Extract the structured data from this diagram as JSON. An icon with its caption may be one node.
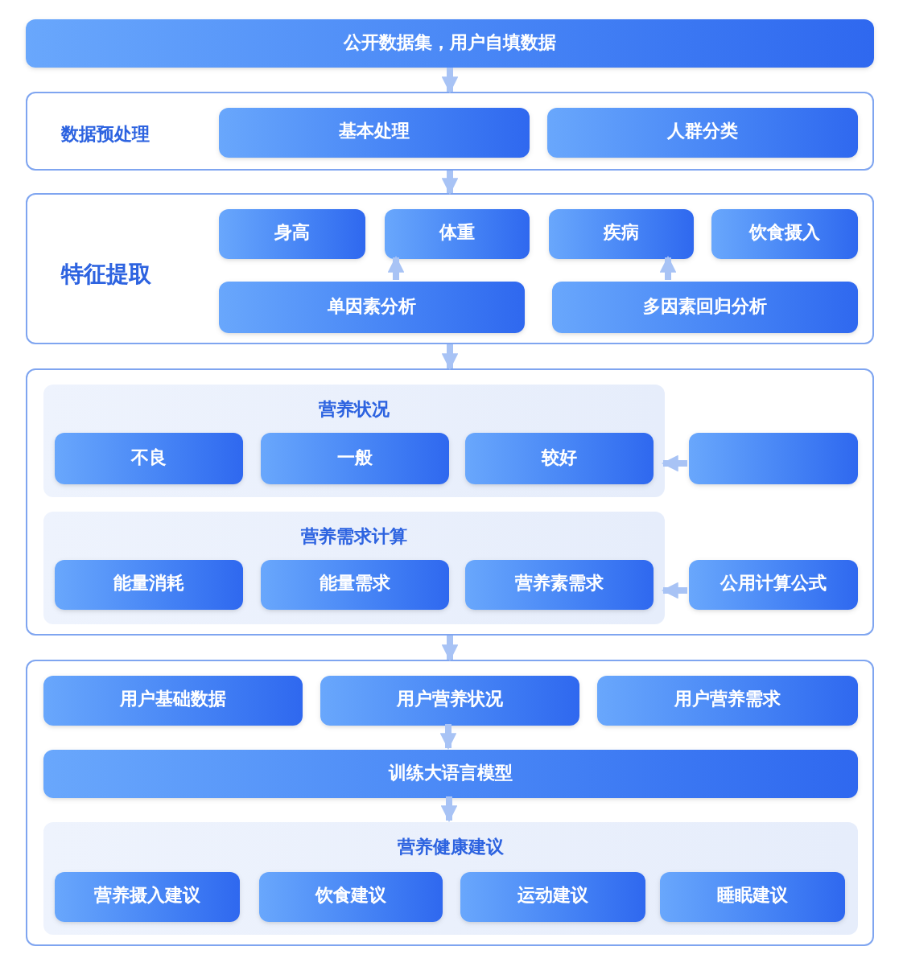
{
  "diagram": {
    "nodes": [
      {
        "text": [
          "公开数据集，用户自填数据"
        ]
      },
      {
        "text": [
          "数据预处理"
        ]
      },
      {
        "text": [
          "基本处理"
        ],
        "in": 1
      },
      {
        "text": [
          "人群分类"
        ],
        "in": 1
      },
      {
        "text": [
          "特征提取"
        ]
      },
      {
        "text": [
          "身高"
        ],
        "in": 4
      },
      {
        "text": [
          "体重"
        ],
        "in": 4
      },
      {
        "text": [
          "疾病"
        ],
        "in": 4
      },
      {
        "text": [
          "饮食摄入"
        ],
        "in": 4
      },
      {
        "text": [
          "单因素分析"
        ],
        "in": 4
      },
      {
        "text": [
          "多因素回归分析"
        ],
        "in": 4
      },
      {
        "text": [],
        "shape": "box"
      },
      {
        "text": [
          "营养状况"
        ],
        "in": 11
      },
      {
        "text": [
          "不良"
        ],
        "in": 12
      },
      {
        "text": [
          "一般"
        ],
        "in": 12
      },
      {
        "text": [
          "较好"
        ],
        "in": 12
      },
      {
        "text": [],
        "shape": "box",
        "in": 11
      },
      {
        "text": [
          "营养需求计算"
        ],
        "in": 11
      },
      {
        "text": [
          "能量消耗"
        ],
        "in": 17
      },
      {
        "text": [
          "能量需求"
        ],
        "in": 17
      },
      {
        "text": [
          "营养素需求"
        ],
        "in": 17
      },
      {
        "text": [
          "公用计算公式"
        ],
        "in": 11
      },
      {
        "text": [],
        "shape": "box"
      },
      {
        "text": [
          "用户基础数据"
        ],
        "in": 22
      },
      {
        "text": [
          "用户营养状况"
        ],
        "in": 22
      },
      {
        "text": [
          "用户营养需求"
        ],
        "in": 22
      },
      {
        "text": [
          "训练大语言模型"
        ],
        "in": 22
      },
      {
        "text": [
          "营养健康建议"
        ],
        "in": 22
      },
      {
        "text": [
          "营养摄入建议"
        ],
        "in": 27
      },
      {
        "text": [
          "饮食建议"
        ],
        "in": 27
      },
      {
        "text": [
          "运动建议"
        ],
        "in": 27
      },
      {
        "text": [
          "睡眠建议"
        ],
        "in": 27
      }
    ],
    "edges": [
      {
        "from": 0,
        "to": 1,
        "arrow": "to"
      },
      {
        "from": 1,
        "to": 4,
        "arrow": "to"
      },
      {
        "from": 9,
        "to": 6,
        "arrow": "to"
      },
      {
        "from": 10,
        "to": 7,
        "arrow": "to"
      },
      {
        "from": 4,
        "to": 11,
        "arrow": "to"
      },
      {
        "from": 16,
        "to": 12,
        "arrow": "to"
      },
      {
        "from": 21,
        "to": 17,
        "arrow": "to"
      },
      {
        "from": 11,
        "to": 22,
        "arrow": "to"
      },
      {
        "from": 24,
        "to": 26,
        "arrow": "to"
      },
      {
        "from": 26,
        "to": 27,
        "arrow": "to"
      }
    ]
  }
}
